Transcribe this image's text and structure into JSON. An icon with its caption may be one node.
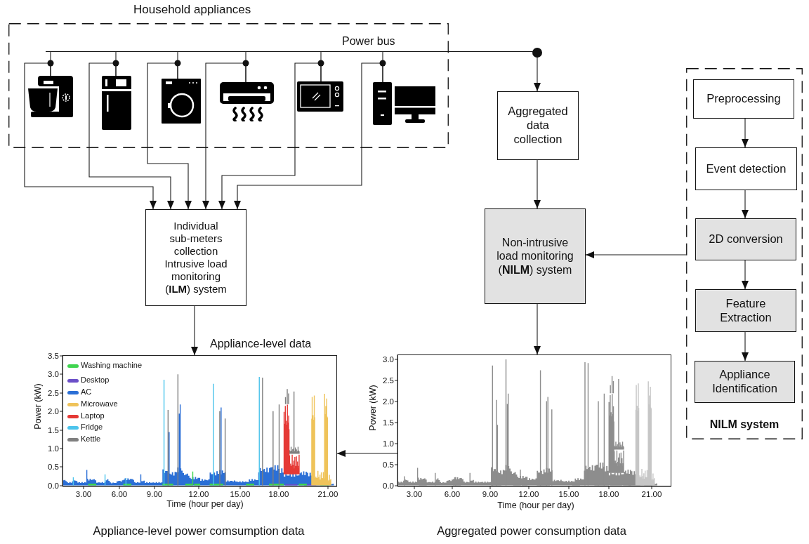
{
  "diagram": {
    "nodes": [
      {
        "text": [
          "Household appliances"
        ]
      },
      {
        "text": [
          "Power bus"
        ]
      },
      {
        "text": [],
        "shape": "picture",
        "in": 0
      },
      {
        "text": [],
        "shape": "picture",
        "in": 0
      },
      {
        "text": [],
        "shape": "picture",
        "in": 0
      },
      {
        "text": [],
        "shape": "picture",
        "in": 0
      },
      {
        "text": [],
        "shape": "picture",
        "in": 0
      },
      {
        "text": [],
        "shape": "picture",
        "in": 0
      },
      {
        "text": [
          "Aggregated data collection"
        ]
      },
      {
        "text": [
          "NILM system"
        ]
      },
      {
        "text": [
          "Preprocessing"
        ],
        "in": 9
      },
      {
        "text": [
          "Event detection"
        ],
        "in": 9
      },
      {
        "text": [
          "2D conversion"
        ],
        "in": 9
      },
      {
        "text": [
          "Feature Extraction"
        ],
        "in": 9
      },
      {
        "text": [
          "Appliance Identification"
        ],
        "in": 9
      },
      {
        "text": [
          "Individual sub-meters collection",
          "Intrusive load monitoring (**ILM**) system"
        ]
      },
      {
        "text": [
          "Non-intrusive load monitoring (**NILM**) system"
        ]
      },
      {
        "text": [],
        "shape": "chart",
        "beside": [
          "3.5",
          "3.0",
          "2.5",
          "2.0",
          "1.5",
          "1.0",
          "0.5",
          "0.0",
          "Power (kW)",
          "3.00",
          "6.00",
          "9.00",
          "12.00",
          "15.00",
          "18.00",
          "21.00",
          "Time (hour per day)",
          "Appliance-level power comsumption data"
        ]
      },
      {
        "text": [],
        "shape": "chart",
        "beside": [
          "3.0",
          "2.5",
          "2.0",
          "1.5",
          "1.0",
          "0.5",
          "0.0",
          "Power (kW)",
          "3.00",
          "6.00",
          "9.00",
          "12.00",
          "15.00",
          "18.00",
          "21.00",
          "Time (hour per day)",
          "Aggregated power consumption data"
        ]
      }
    ],
    "edges": [
      {
        "from": 2,
        "to": 1,
        "arrow": "none"
      },
      {
        "from": 3,
        "to": 1,
        "arrow": "none"
      },
      {
        "from": 4,
        "to": 1,
        "arrow": "none"
      },
      {
        "from": 5,
        "to": 1,
        "arrow": "none"
      },
      {
        "from": 6,
        "to": 1,
        "arrow": "none"
      },
      {
        "from": 7,
        "to": 1,
        "arrow": "none"
      },
      {
        "from": 2,
        "to": 15,
        "arrow": "to"
      },
      {
        "from": 3,
        "to": 15,
        "arrow": "to"
      },
      {
        "from": 4,
        "to": 15,
        "arrow": "to"
      },
      {
        "from": 5,
        "to": 15,
        "arrow": "to"
      },
      {
        "from": 6,
        "to": 15,
        "arrow": "to"
      },
      {
        "from": 7,
        "to": 15,
        "arrow": "to"
      },
      {
        "from": 1,
        "to": 8,
        "arrow": "to"
      },
      {
        "from": 8,
        "to": 16,
        "arrow": "to"
      },
      {
        "from": 10,
        "to": 11,
        "arrow": "to"
      },
      {
        "from": 11,
        "to": 12,
        "arrow": "to"
      },
      {
        "from": 12,
        "to": 13,
        "arrow": "to"
      },
      {
        "from": 13,
        "to": 14,
        "arrow": "to"
      },
      {
        "from": 9,
        "to": 16,
        "arrow": "to"
      },
      {
        "from": 15,
        "to": 17,
        "arrow": "to",
        "label": "Appliance-level data"
      },
      {
        "from": 16,
        "to": 18,
        "arrow": "to"
      },
      {
        "from": 18,
        "to": 17,
        "arrow": "to"
      }
    ],
    "legend": [
      {
        "text": "Washing machine",
        "color": "#3fd54f"
      },
      {
        "text": "Desktop",
        "color": "#6b4fc8"
      },
      {
        "text": "AC",
        "color": "#2b6fd6"
      },
      {
        "text": "Microwave",
        "color": "#efc35a"
      },
      {
        "text": "Laptop",
        "color": "#e53935"
      },
      {
        "text": "Fridge",
        "color": "#4cc4ec"
      },
      {
        "text": "Kettle",
        "color": "#7f7f7f"
      }
    ]
  }
}
